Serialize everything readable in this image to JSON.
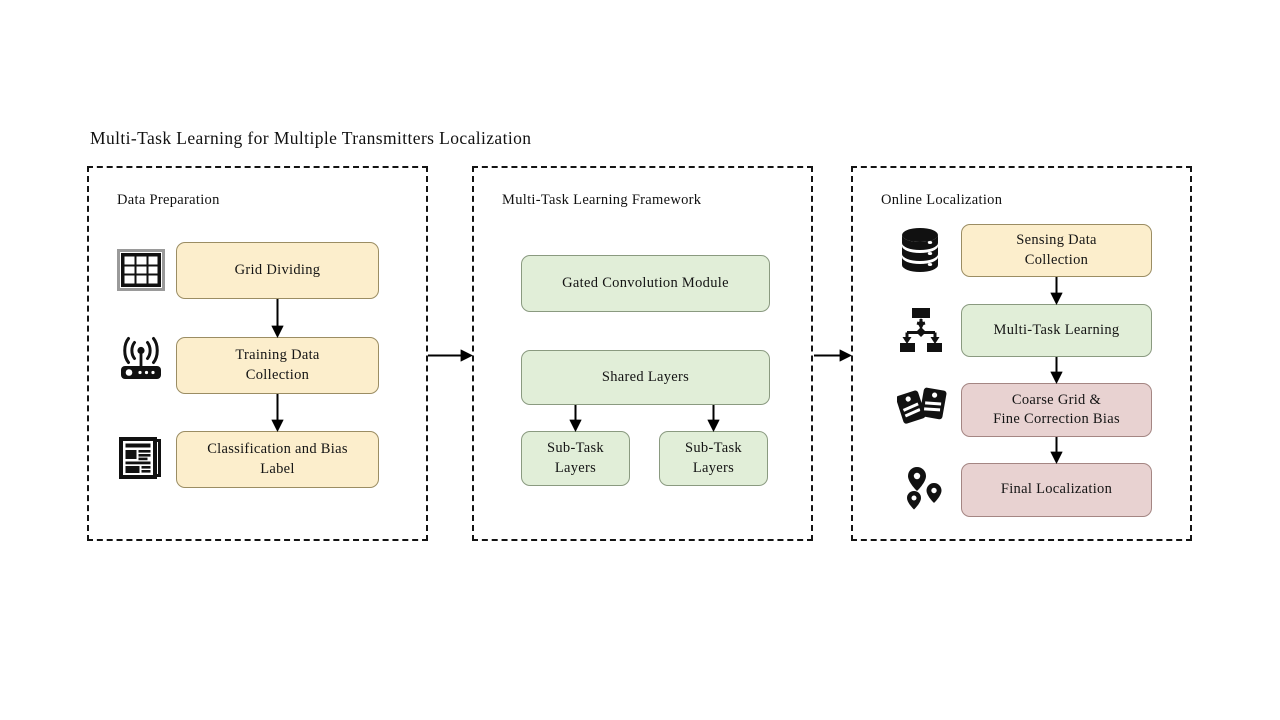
{
  "title": "Multi-Task Learning  for Multiple Transmitters  Localization",
  "colors": {
    "yellow_fill": "#fceecc",
    "green_fill": "#e1eed8",
    "pink_fill": "#e8d2d1",
    "border": "#6d6d66",
    "panel_border": "#141414",
    "arrow": "#000000",
    "background": "#ffffff",
    "text": "#141414"
  },
  "panels": [
    {
      "id": "data-preparation",
      "title": "Data Preparation",
      "icons": [
        "grid-icon",
        "router-icon",
        "newspaper-icon"
      ],
      "nodes": [
        {
          "label": "Grid Dividing",
          "color": "yellow"
        },
        {
          "label": "Training  Data\nCollection",
          "color": "yellow"
        },
        {
          "label": "Classification  and Bias\nLabel",
          "color": "yellow"
        }
      ]
    },
    {
      "id": "multi-task-learning-framework",
      "title": "Multi-Task Learning  Framework",
      "icons": [],
      "nodes": [
        {
          "label": "Gated Convolution Module",
          "color": "green"
        },
        {
          "label": "Shared Layers",
          "color": "green"
        },
        {
          "label": "Sub-Task\nLayers",
          "color": "green"
        },
        {
          "label": "Sub-Task\nLayers",
          "color": "green"
        }
      ]
    },
    {
      "id": "online-localization",
      "title": "Online Localization",
      "icons": [
        "database-icon",
        "hierarchy-icon",
        "tags-icon",
        "pins-icon"
      ],
      "nodes": [
        {
          "label": "Sensing Data\nCollection",
          "color": "yellow"
        },
        {
          "label": "Multi-Task  Learning",
          "color": "green"
        },
        {
          "label": "Coarse Grid &\nFine Correction Bias",
          "color": "pink"
        },
        {
          "label": "Final  Localization",
          "color": "pink"
        }
      ]
    }
  ],
  "nodes": {
    "grid_dividing": "Grid Dividing",
    "training_data_line1": "Training  Data",
    "training_data_line2": "Collection",
    "classification_line1": "Classification  and Bias",
    "classification_line2": "Label",
    "gated_convolution": "Gated Convolution Module",
    "shared_layers": "Shared Layers",
    "subtask_1_line1": "Sub-Task",
    "subtask_1_line2": "Layers",
    "subtask_2_line1": "Sub-Task",
    "subtask_2_line2": "Layers",
    "sensing_data_line1": "Sensing Data",
    "sensing_data_line2": "Collection",
    "multi_task_learning": "Multi-Task  Learning",
    "coarse_grid_line1": "Coarse Grid &",
    "coarse_grid_line2": "Fine Correction Bias",
    "final_localization": "Final  Localization"
  },
  "panel_titles": {
    "p1": "Data Preparation",
    "p2": "Multi-Task Learning  Framework",
    "p3": "Online Localization"
  },
  "flow": {
    "panel1_to_panel2": "arrow-right",
    "panel2_to_panel3": "arrow-right",
    "vertical_arrows": 8
  }
}
